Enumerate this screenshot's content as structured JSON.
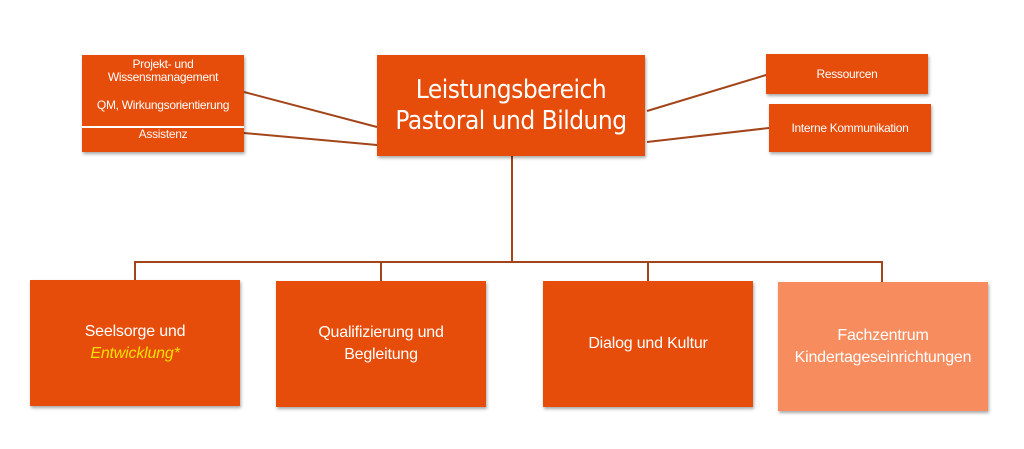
{
  "colors": {
    "box": "#e64c0a",
    "box_light": "#f78c5e",
    "line": "#a3451b",
    "text": "#ffffff",
    "highlight": "#f5e000"
  },
  "root": {
    "line1": "Leistungsbereich",
    "line2": "Pastoral und Bildung"
  },
  "left_panel": {
    "item1": "Projekt- und Wissensmanagement",
    "item2": "QM, Wirkungsorientierung",
    "item3": "Assistenz"
  },
  "right_panel": {
    "ressourcen": "Ressourcen",
    "kommunikation": "Interne Kommunikation"
  },
  "children": {
    "seelsorge_line1": "Seelsorge und",
    "seelsorge_line2": "Entwicklung*",
    "qualifizierung_line1": "Qualifizierung und",
    "qualifizierung_line2": "Begleitung",
    "dialog": "Dialog und Kultur",
    "fachzentrum_line1": "Fachzentrum",
    "fachzentrum_line2": "Kindertageseinrichtungen"
  }
}
